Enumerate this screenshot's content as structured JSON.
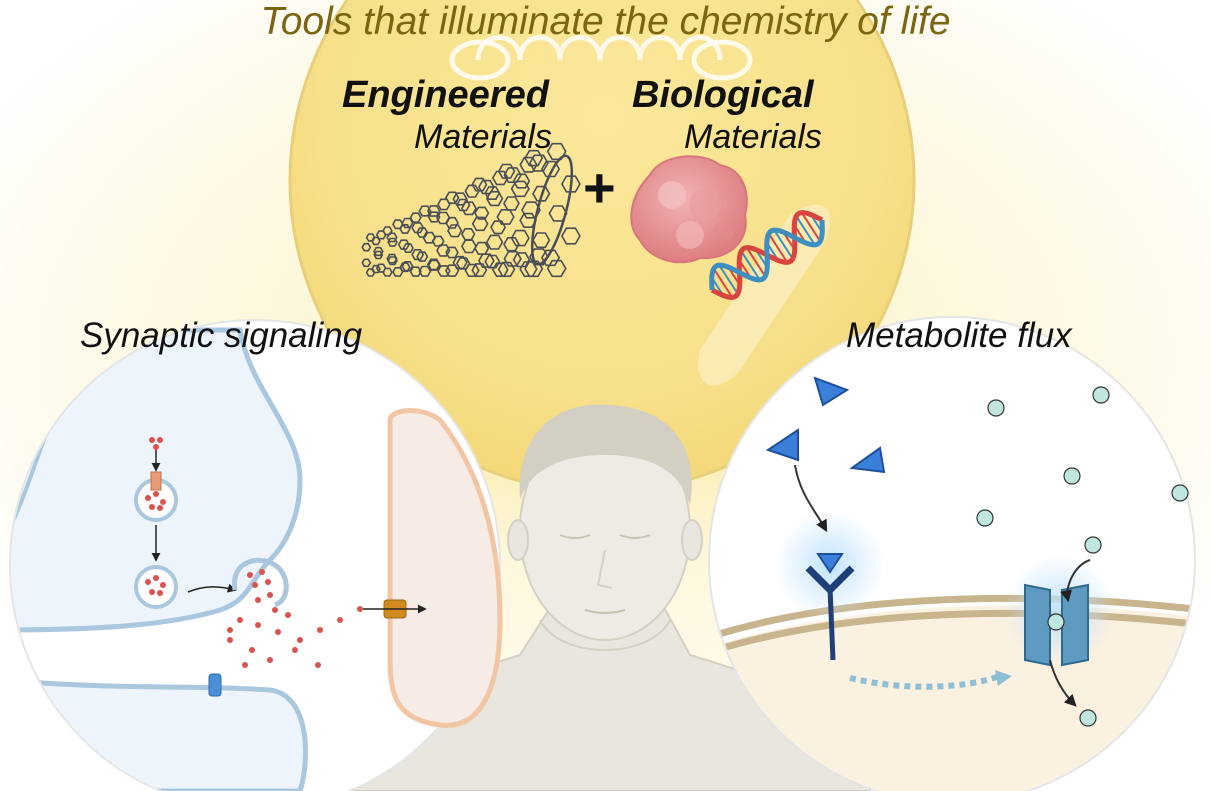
{
  "figure": {
    "title": "Tools that illuminate the chemistry of life",
    "materials": {
      "engineered": {
        "label": "Engineered",
        "sublabel": "Materials"
      },
      "biological": {
        "label": "Biological",
        "sublabel": "Materials"
      },
      "operator": "+"
    },
    "panels": {
      "left": {
        "label": "Synaptic signaling"
      },
      "right": {
        "label": "Metabolite flux"
      }
    }
  },
  "colors": {
    "title_text": "#7a6513",
    "glow": "#f9e48a",
    "nanotube": "#4a4f57",
    "protein": "#e8898c",
    "dna_red": "#d9443f",
    "dna_blue": "#3c8fc0",
    "membrane_blue": "#a9c7df",
    "vesicle_dot": "#d9534f",
    "channel_orange": "#d08a1f",
    "receptor_navy": "#1f3f78",
    "ligand_blue": "#3a7fd9",
    "metabolite": "#bfe6df",
    "cell_membrane": "#c9b58d"
  },
  "icons": [
    "carbon-nanotube-icon",
    "protein-blob-icon",
    "dna-helix-icon",
    "human-head-icon",
    "receptor-icon",
    "membrane-transporter-icon"
  ]
}
